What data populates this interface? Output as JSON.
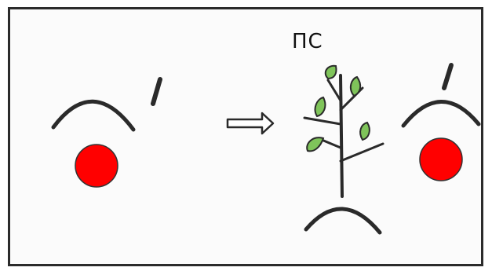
{
  "diagram": {
    "label": "ПС",
    "colors": {
      "ink": "#2a2a2a",
      "fruit": "#ff0000",
      "leaf": "#7fc45a",
      "frame": "#2b2b2b"
    },
    "left_group": {
      "symbols": [
        "arc",
        "stroke",
        "red-circle"
      ]
    },
    "arrow": {
      "direction": "right",
      "style": "outlined"
    },
    "middle_group": {
      "symbols": [
        "plant",
        "arc"
      ]
    },
    "right_group": {
      "symbols": [
        "arc",
        "stroke",
        "red-circle"
      ]
    }
  }
}
